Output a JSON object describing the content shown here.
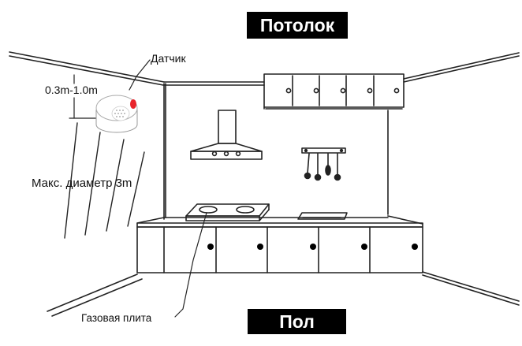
{
  "labels": {
    "ceiling": "Потолок",
    "floor": "Пол",
    "sensor": "Датчик",
    "distance": "0.3m-1.0m",
    "max_diameter": "Макс. диаметр 3m",
    "gas_stove": "Газовая плита"
  },
  "colors": {
    "line": "#222222",
    "label_bg": "#000000",
    "label_text": "#ffffff",
    "sensor_accent": "#e8242b",
    "background": "#ffffff"
  },
  "icons": [
    "smoke-sensor-icon",
    "range-hood-icon",
    "utensil-rack-icon",
    "gas-stove-icon",
    "sink-icon"
  ]
}
